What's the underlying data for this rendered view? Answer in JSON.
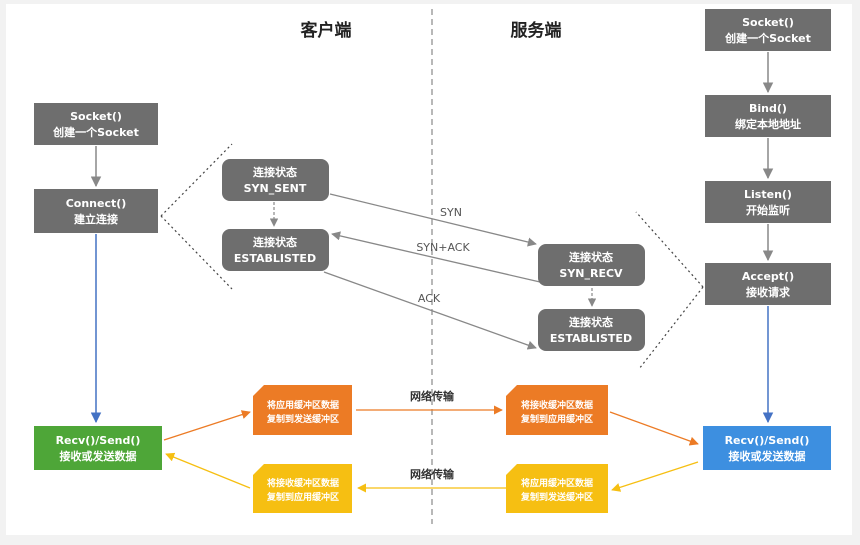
{
  "headings": {
    "client": "客户端",
    "server": "服务端"
  },
  "client": {
    "socket": {
      "line1": "Socket()",
      "line2": "创建一个Socket"
    },
    "connect": {
      "line1": "Connect()",
      "line2": "建立连接"
    },
    "recvsend": {
      "line1": "Recv()/Send()",
      "line2": "接收或发送数据"
    }
  },
  "server": {
    "socket": {
      "line1": "Socket()",
      "line2": "创建一个Socket"
    },
    "bind": {
      "line1": "Bind()",
      "line2": "绑定本地地址"
    },
    "listen": {
      "line1": "Listen()",
      "line2": "开始监听"
    },
    "accept": {
      "line1": "Accept()",
      "line2": "接收请求"
    },
    "recvsend": {
      "line1": "Recv()/Send()",
      "line2": "接收或发送数据"
    }
  },
  "states": {
    "syn_sent": {
      "line1": "连接状态",
      "line2": "SYN_SENT"
    },
    "client_established": {
      "line1": "连接状态",
      "line2": "ESTABLISTED"
    },
    "syn_recv": {
      "line1": "连接状态",
      "line2": "SYN_RECV"
    },
    "server_established": {
      "line1": "连接状态",
      "line2": "ESTABLISTED"
    }
  },
  "handshake": {
    "syn": "SYN",
    "synack": "SYN+ACK",
    "ack": "ACK"
  },
  "buffers": {
    "client_send": {
      "line1": "将应用缓冲区数据",
      "line2": "复制到发送缓冲区"
    },
    "server_recv": {
      "line1": "将接收缓冲区数据",
      "line2": "复制到应用缓冲区"
    },
    "client_recv": {
      "line1": "将接收缓冲区数据",
      "line2": "复制到应用缓冲区"
    },
    "server_send": {
      "line1": "将应用缓冲区数据",
      "line2": "复制到发送缓冲区"
    }
  },
  "network": {
    "top": "网络传输",
    "bottom": "网络传输"
  },
  "colors": {
    "gray_box": "#6e6e6e",
    "green_box": "#4ea638",
    "blue_box": "#3d8fe0",
    "orange": "#ec7b25",
    "yellow": "#f6bf12",
    "blue_line": "#4472c4",
    "gray_line": "#888888"
  }
}
